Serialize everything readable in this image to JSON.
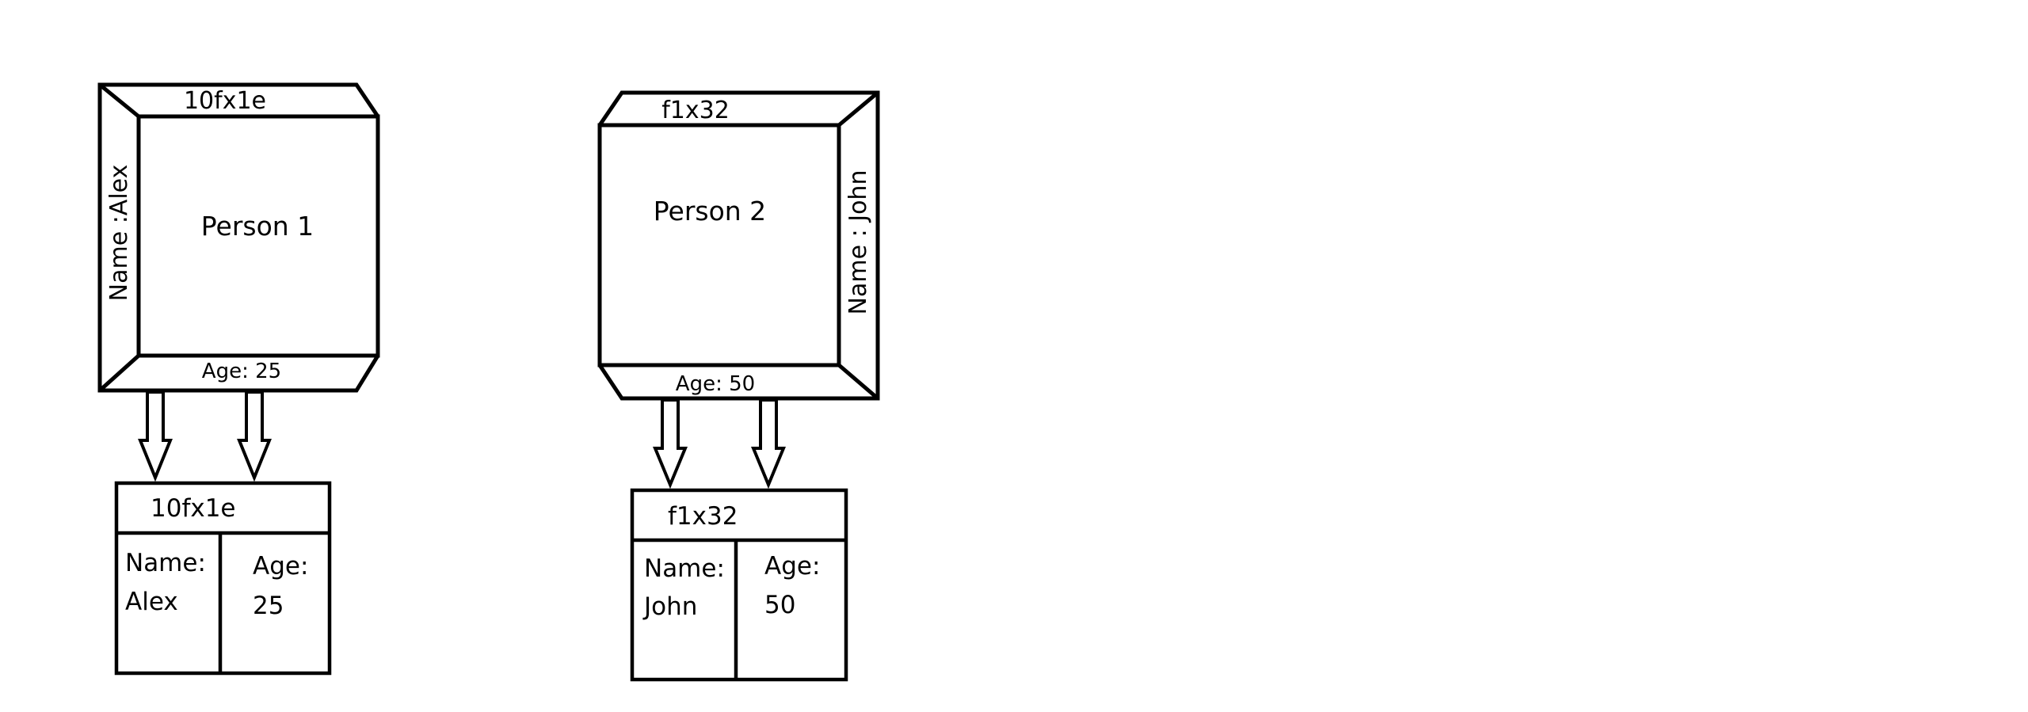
{
  "diagram": {
    "objects": [
      {
        "address": "10fx1e",
        "title": "Person 1",
        "name_label": "Name :Alex",
        "age_label": "Age: 25",
        "record": {
          "address": "10fx1e",
          "name_key": "Name:",
          "name_value": "Alex",
          "age_key": "Age:",
          "age_value": "25"
        }
      },
      {
        "address": "f1x32",
        "title": "Person 2",
        "name_label": "Name : John",
        "age_label": "Age: 50",
        "record": {
          "address": "f1x32",
          "name_key": "Name:",
          "name_value": "John",
          "age_key": "Age:",
          "age_value": "50"
        }
      }
    ]
  }
}
